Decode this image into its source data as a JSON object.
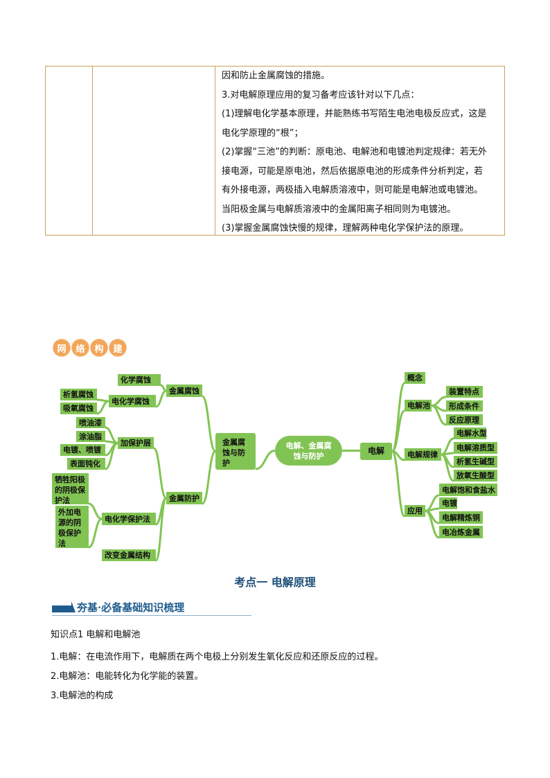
{
  "table": {
    "lines": [
      "因和防止金属腐蚀的措施。",
      "3.对电解原理应用的复习备考应该针对以下几点：",
      "(1)理解电化学基本原理，并能熟练书写陌生电池电极反应式，这是",
      "电化学原理的“根”；",
      "(2)掌握“三池”的判断：原电池、电解池和电镀池判定规律：若无外",
      "接电源，可能是原电池，然后依据原电池的形成条件分析判定，若",
      "有外接电源，两极插入电解质溶液中，则可能是电解池或电镀池。",
      "当阳极金属与电解质溶液中的金属阳离子相同则为电镀池。",
      "(3)掌握金属腐蚀快慢的规律，理解两种电化学保护法的原理。"
    ]
  },
  "badge": [
    "网",
    "络",
    "构",
    "建"
  ],
  "mindmap": {
    "center": "电解、金属腐蚀与防护",
    "left_hub": "金属腐蚀与防护",
    "corrosion": "金属腐蚀",
    "chem_corrosion": "化学腐蚀",
    "echem_corrosion": "电化学腐蚀",
    "h2_corrosion": "析氢腐蚀",
    "o2_corrosion": "吸氧腐蚀",
    "protection": "金属防护",
    "coating": "加保护层",
    "paint": "喷油漆",
    "grease": "涂油脂",
    "plating": "电镀、喷镀",
    "passivation": "表面钝化",
    "echem_protection": "电化学保护法",
    "sacrificial": "牺牲阳极的阴极保护法",
    "impressed": "外加电源的阴极保护法",
    "alloy": "改变金属结构",
    "right_hub": "电解",
    "concept": "概念",
    "cell": "电解池",
    "device": "装置特点",
    "conditions": "形成条件",
    "principle": "反应原理",
    "rules": "电解规律",
    "water": "电解水型",
    "solute": "电解溶质型",
    "h2_base": "析氢生碱型",
    "o2_acid": "放氧生酸型",
    "application": "应用",
    "brine": "电解饱和食盐水",
    "electroplating": "电镀",
    "refining": "电解精炼铜",
    "smelting": "电冶炼金属"
  },
  "heading": "考点一  电解原理",
  "section": "夯基·必备基础知识梳理",
  "body": [
    "知识点1  电解和电解池",
    "1.电解：在电流作用下，电解质在两个电极上分别发生氧化反应和还原反应的过程。",
    "2.电解池：电能转化为化学能的装置。",
    "3.电解池的构成"
  ],
  "colors": {
    "node": "#82c454",
    "border": "#c9a15a",
    "heading": "#1f4e79"
  }
}
